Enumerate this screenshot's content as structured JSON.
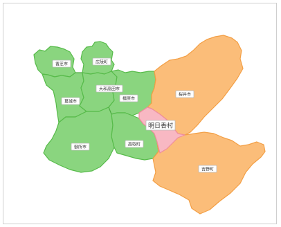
{
  "colors": {
    "green_fill": "#8ad57f",
    "green_stroke": "#57bb4a",
    "orange_fill": "#fbbd79",
    "orange_stroke": "#f39f45",
    "pink_fill": "#f8b8c3",
    "pink_stroke": "#ef8d9e",
    "label_bg": "#ffffff",
    "label_border": "#bbbbbb"
  },
  "regions": [
    {
      "id": "kashiba",
      "name": "香芝市",
      "group": "green"
    },
    {
      "id": "koryo",
      "name": "広陵町",
      "group": "green"
    },
    {
      "id": "katsuragi",
      "name": "葛城市",
      "group": "green"
    },
    {
      "id": "yamatotakada",
      "name": "大和高田市",
      "group": "green"
    },
    {
      "id": "kashihara",
      "name": "橿原市",
      "group": "green"
    },
    {
      "id": "gose",
      "name": "御所市",
      "group": "green"
    },
    {
      "id": "takatori",
      "name": "高取町",
      "group": "green"
    },
    {
      "id": "sakurai",
      "name": "桜井市",
      "group": "orange"
    },
    {
      "id": "yoshino",
      "name": "吉野町",
      "group": "orange"
    },
    {
      "id": "asuka",
      "name": "明日香村",
      "group": "pink"
    }
  ]
}
